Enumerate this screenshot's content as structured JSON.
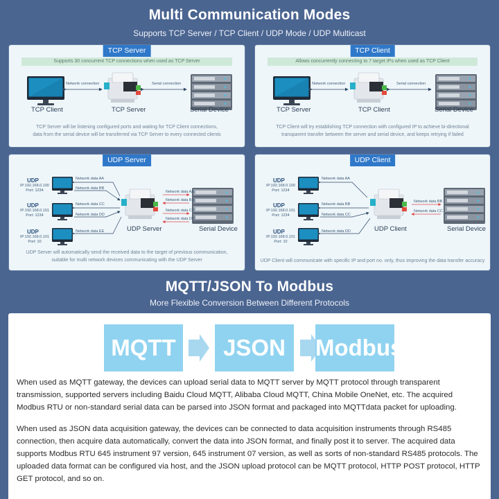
{
  "header": {
    "title": "Multi Communication Modes",
    "subtitle": "Supports TCP Server / TCP Client / UDP Mode / UDP Multicast"
  },
  "tcp_server": {
    "title": "TCP Server",
    "banner": "Supports 30 concurrent TCP connections when used as TCP Server",
    "link_left": "Network connection",
    "link_right": "Serial connection",
    "label_client": "TCP Client",
    "label_center": "TCP Server",
    "label_device": "Serial Device",
    "caption_1": "TCP Server will be listening configured ports and waiting for TCP Client connections,",
    "caption_2": "data from the serial device will be transferred via TCP Server to every connected clients"
  },
  "tcp_client": {
    "title": "TCP Client",
    "banner": "Allows concurrently connecting to 7 target IPs when used as TCP Client",
    "link_left": "Network connection",
    "link_right": "Serial connection",
    "label_server": "TCP Server",
    "label_center": "TCP Client",
    "label_device": "Serial Device",
    "caption_1": "TCP Client will try establishing TCP connection with configured IP to achieve bi-directional",
    "caption_2": "transparent transfer between the server and serial device, and keeps retrying if failed"
  },
  "udp_server": {
    "title": "UDP Server",
    "nodes": [
      {
        "name": "UDP",
        "ip": "IP:192.168.0.100",
        "port": "Port: 1234"
      },
      {
        "name": "UDP",
        "ip": "IP:192.168.0.101",
        "port": "Port: 1234"
      },
      {
        "name": "UDP",
        "ip": "IP:192.168.0.101",
        "port": "Port: 10"
      }
    ],
    "left_links": [
      "Network data AA",
      "Network data BB",
      "Network data CC",
      "Network data DD",
      "Network data EE"
    ],
    "right_links": [
      "Network data AA",
      "Network data BB",
      "Network data CC",
      "Network data DD"
    ],
    "label_center": "UDP Server",
    "label_device": "Serial Device",
    "caption_1": "UDP Server will automatically send the received data to the target of previous communication,",
    "caption_2": "suitable for multi network devices communicating with the UDP Server"
  },
  "udp_client": {
    "title": "UDP Client",
    "nodes": [
      {
        "name": "UDP",
        "ip": "IP:192.168.0.100",
        "port": "Port: 1234"
      },
      {
        "name": "UDP",
        "ip": "IP:192.168.0.101",
        "port": "Port: 1234"
      },
      {
        "name": "UDP",
        "ip": "IP:192.168.0.101",
        "port": "Port: 10"
      }
    ],
    "left_links": [
      "Network data AA",
      "Network data BB",
      "Network data CC",
      "Network data DD"
    ],
    "right_links": [
      "Network data BB",
      "Network data CC"
    ],
    "label_center": "UDP Client",
    "label_device": "Serial Device",
    "caption_1": "UDP Client will communicate with specific IP and port no. only, thus improving the data transfer accuracy"
  },
  "section2": {
    "title": "MQTT/JSON To Modbus",
    "subtitle": "More Flexible Conversion Between Different Protocols"
  },
  "flow": {
    "box1": "MQTT",
    "box2": "JSON",
    "box3": "Modbus"
  },
  "paragraphs": {
    "p1": "When used as MQTT gateway, the devices can upload serial data to MQTT server by MQTT protocol through transparent transmission, supported servers including Baidu Cloud MQTT, Alibaba Cloud MQTT, China Mobile OneNet, etc. The acquired Modbus RTU or non-standard serial data can be parsed into JSON format and packaged into MQTTdata packet for uploading.",
    "p2": "When used as JSON data acquisition gateway, the devices can be connected to data acquisition instruments through RS485 connection, then acquire data automatically, convert the data into JSON format, and finally post it to server. The acquired data supports Modbus RTU 645 instrument 97 version, 645 instrument 07 version, as well as sorts of non-standard RS485 protocols. The uploaded data format can be configured via host, and the JSON upload protocol can be MQTT protocol, HTTP POST protocol, HTTP GET protocol, and so on."
  },
  "colors": {
    "background": "#4b6591",
    "panel": "#eef6fa",
    "title_tag": "#2f78c9",
    "flow_box": "#90d3f0",
    "arrow": "#a8d8f0",
    "red_link": "#e04848"
  }
}
